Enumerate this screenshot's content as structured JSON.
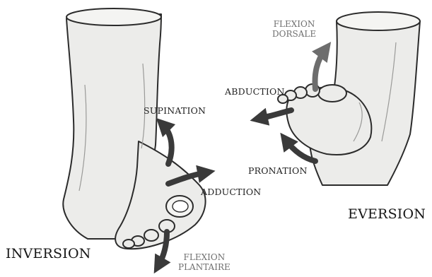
{
  "labels": {
    "flexion_dorsale": [
      "FLEXION",
      "DORSALE"
    ],
    "abduction": "ABDUCTION",
    "supination": "SUPINATION",
    "pronation": "PRONATION",
    "adduction": "ADDUCTION",
    "eversion": "EVERSION",
    "inversion": "INVERSION",
    "flexion_plantaire": [
      "FLEXION",
      "PLANTAIRE"
    ]
  },
  "colors": {
    "outline": "#2b2b2b",
    "skin": "#ececea",
    "shade": "#cfcfcc",
    "arrow": "#3a3a3a",
    "arrow_light": "#6d6d6d",
    "label_grey": "#6f6f6f"
  }
}
